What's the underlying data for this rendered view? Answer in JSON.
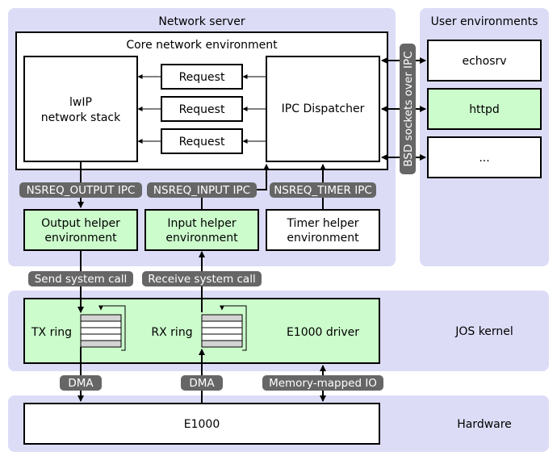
{
  "regions": {
    "network_server": "Network server",
    "user_environments": "User environments",
    "jos_kernel": "JOS kernel",
    "hardware": "Hardware"
  },
  "core": {
    "title": "Core network environment",
    "lwip_line1": "lwIP",
    "lwip_line2": "network stack",
    "requests": [
      "Request",
      "Request",
      "Request"
    ],
    "dispatcher": "IPC Dispatcher"
  },
  "user_env": {
    "items": [
      "echosrv",
      "httpd",
      "..."
    ],
    "bsd_label": "BSD sockets over IPC"
  },
  "helpers": {
    "output_line1": "Output helper",
    "output_line2": "environment",
    "input_line1": "Input helper",
    "input_line2": "environment",
    "timer_line1": "Timer helper",
    "timer_line2": "environment"
  },
  "ipc_labels": {
    "output": "NSREQ_OUTPUT IPC",
    "input": "NSREQ_INPUT IPC",
    "timer": "NSREQ_TIMER IPC"
  },
  "syscall_labels": {
    "send": "Send system call",
    "receive": "Receive system call"
  },
  "kernel": {
    "tx_ring": "TX ring",
    "rx_ring": "RX ring",
    "driver": "E1000 driver"
  },
  "bus_labels": {
    "dma_tx": "DMA",
    "dma_rx": "DMA",
    "mmio": "Memory-mapped IO"
  },
  "hardware": {
    "device": "E1000"
  },
  "colors": {
    "region_fill": "#dcdcf7",
    "helper_green": "#ccfccc",
    "pill_gray": "#666666"
  }
}
